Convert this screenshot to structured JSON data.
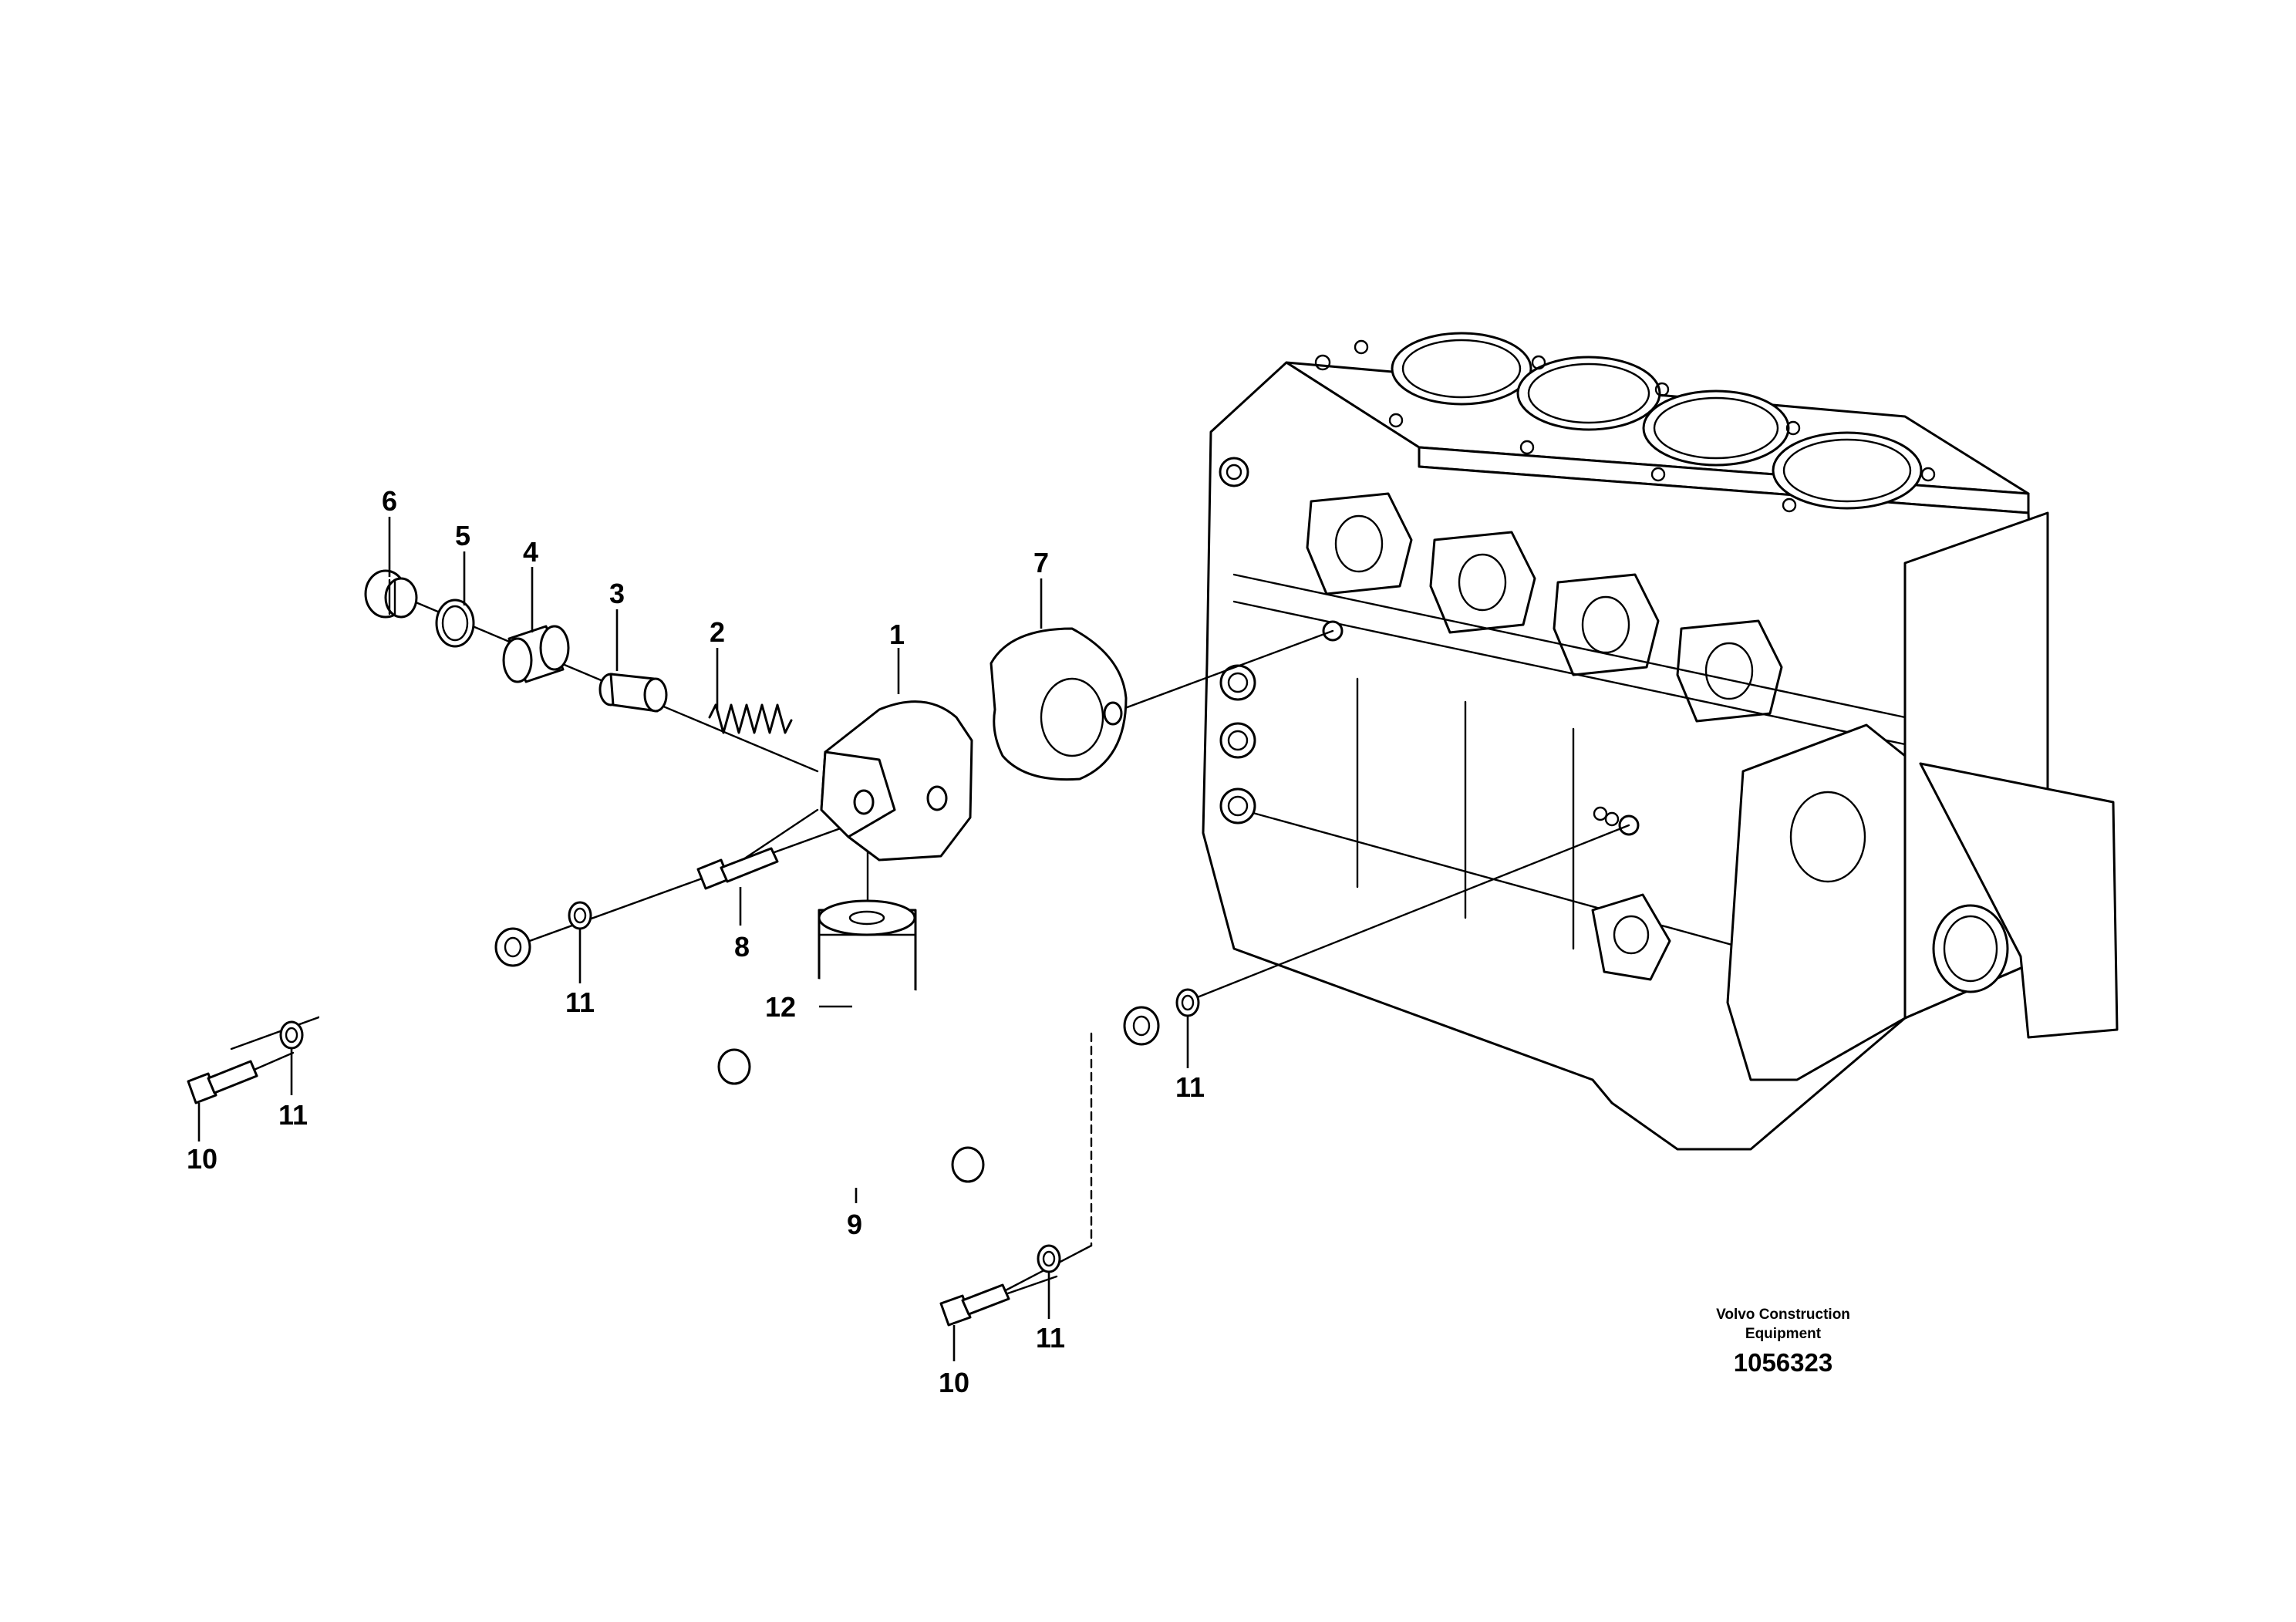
{
  "callouts": {
    "c1": "1",
    "c2": "2",
    "c3": "3",
    "c4": "4",
    "c5": "5",
    "c6": "6",
    "c7": "7",
    "c8": "8",
    "c9": "9",
    "c10a": "10",
    "c10b": "10",
    "c11a": "11",
    "c11b": "11",
    "c11c": "11",
    "c11d": "11",
    "c12": "12"
  },
  "credit": {
    "line1": "Volvo Construction",
    "line2": "Equipment"
  },
  "catalog_number": "1056323",
  "colors": {
    "line": "#000000",
    "background": "#ffffff"
  }
}
